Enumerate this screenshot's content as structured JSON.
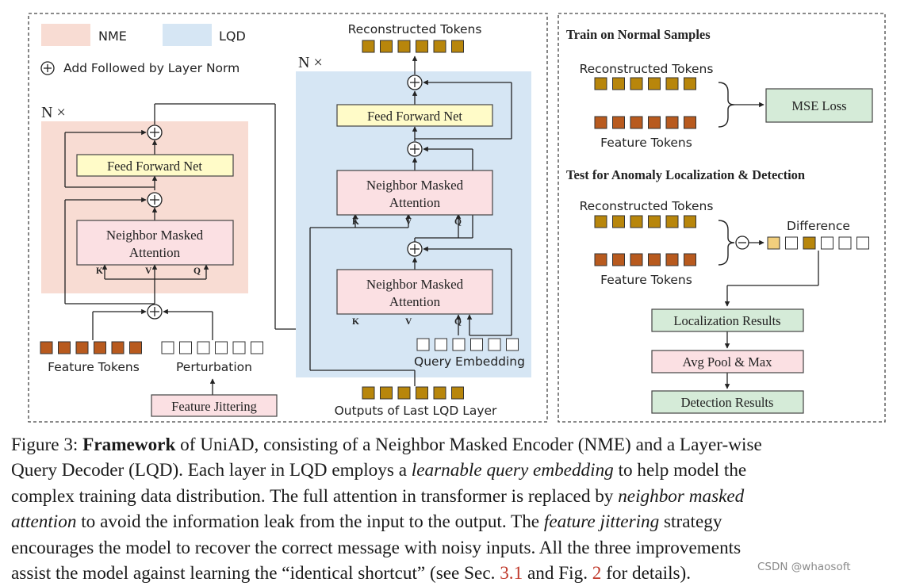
{
  "legend": {
    "nme": "NME",
    "lqd": "LQD",
    "add_norm": "Add Followed by Layer Norm",
    "plus_symbol": "+",
    "minus_symbol": "-"
  },
  "colors": {
    "nme_bg": "#f8dcd3",
    "lqd_bg": "#d6e6f4",
    "ffn_fill": "#fffbc8",
    "attn_fill": "#fbe0e3",
    "green_fill": "#d5ebd8",
    "token_dark": "#b85a1e",
    "token_gold": "#b8860b",
    "token_light": "#f2cf7d"
  },
  "nme": {
    "repeat": "N ×",
    "ffn": "Feed Forward Net",
    "attention": [
      "Neighbor Masked",
      "Attention"
    ],
    "kvq": [
      "K",
      "V",
      "Q"
    ],
    "feature_tokens": "Feature Tokens",
    "perturbation": "Perturbation",
    "feature_jittering": "Feature Jittering"
  },
  "lqd": {
    "repeat": "N ×",
    "reconstructed_tokens": "Reconstructed Tokens",
    "ffn": "Feed Forward Net",
    "attention": [
      "Neighbor Masked",
      "Attention"
    ],
    "kvq": [
      "K",
      "V",
      "Q"
    ],
    "query_embedding": "Query Embedding",
    "outputs_last": "Outputs of Last LQD Layer"
  },
  "right_panel": {
    "train_title": "Train on Normal Samples",
    "reconstructed_tokens": "Reconstructed Tokens",
    "feature_tokens": "Feature Tokens",
    "mse_loss": "MSE Loss",
    "test_title": "Test for Anomaly Localization & Detection",
    "difference": "Difference",
    "localization": "Localization Results",
    "avg_pool": "Avg Pool & Max",
    "detection": "Detection Results"
  },
  "caption": {
    "l1_a": "Figure 3:  ",
    "l1_b": "Framework",
    "l1_c": " of UniAD, consisting of a Neighbor Masked Encoder (NME) and a Layer-wise",
    "l2_a": "Query Decoder (LQD). Each layer in LQD employs a ",
    "l2_b": "learnable query embedding",
    "l2_c": " to help model the",
    "l3_a": "complex training data distribution. The full attention in transformer is replaced by ",
    "l3_b": "neighbor masked",
    "l4_a": "attention",
    "l4_b": " to avoid the information leak from the input to the output.  The ",
    "l4_c": "feature jittering",
    "l4_d": " strategy",
    "l5": "encourages the model to recover the correct message with noisy inputs. All the three improvements",
    "l6_a": "assist the model against learning the “identical shortcut” (see Sec. ",
    "l6_b": "3.1",
    "l6_c": " and Fig. ",
    "l6_d": "2",
    "l6_e": " for details)."
  },
  "watermark": "CSDN @whaosoft"
}
